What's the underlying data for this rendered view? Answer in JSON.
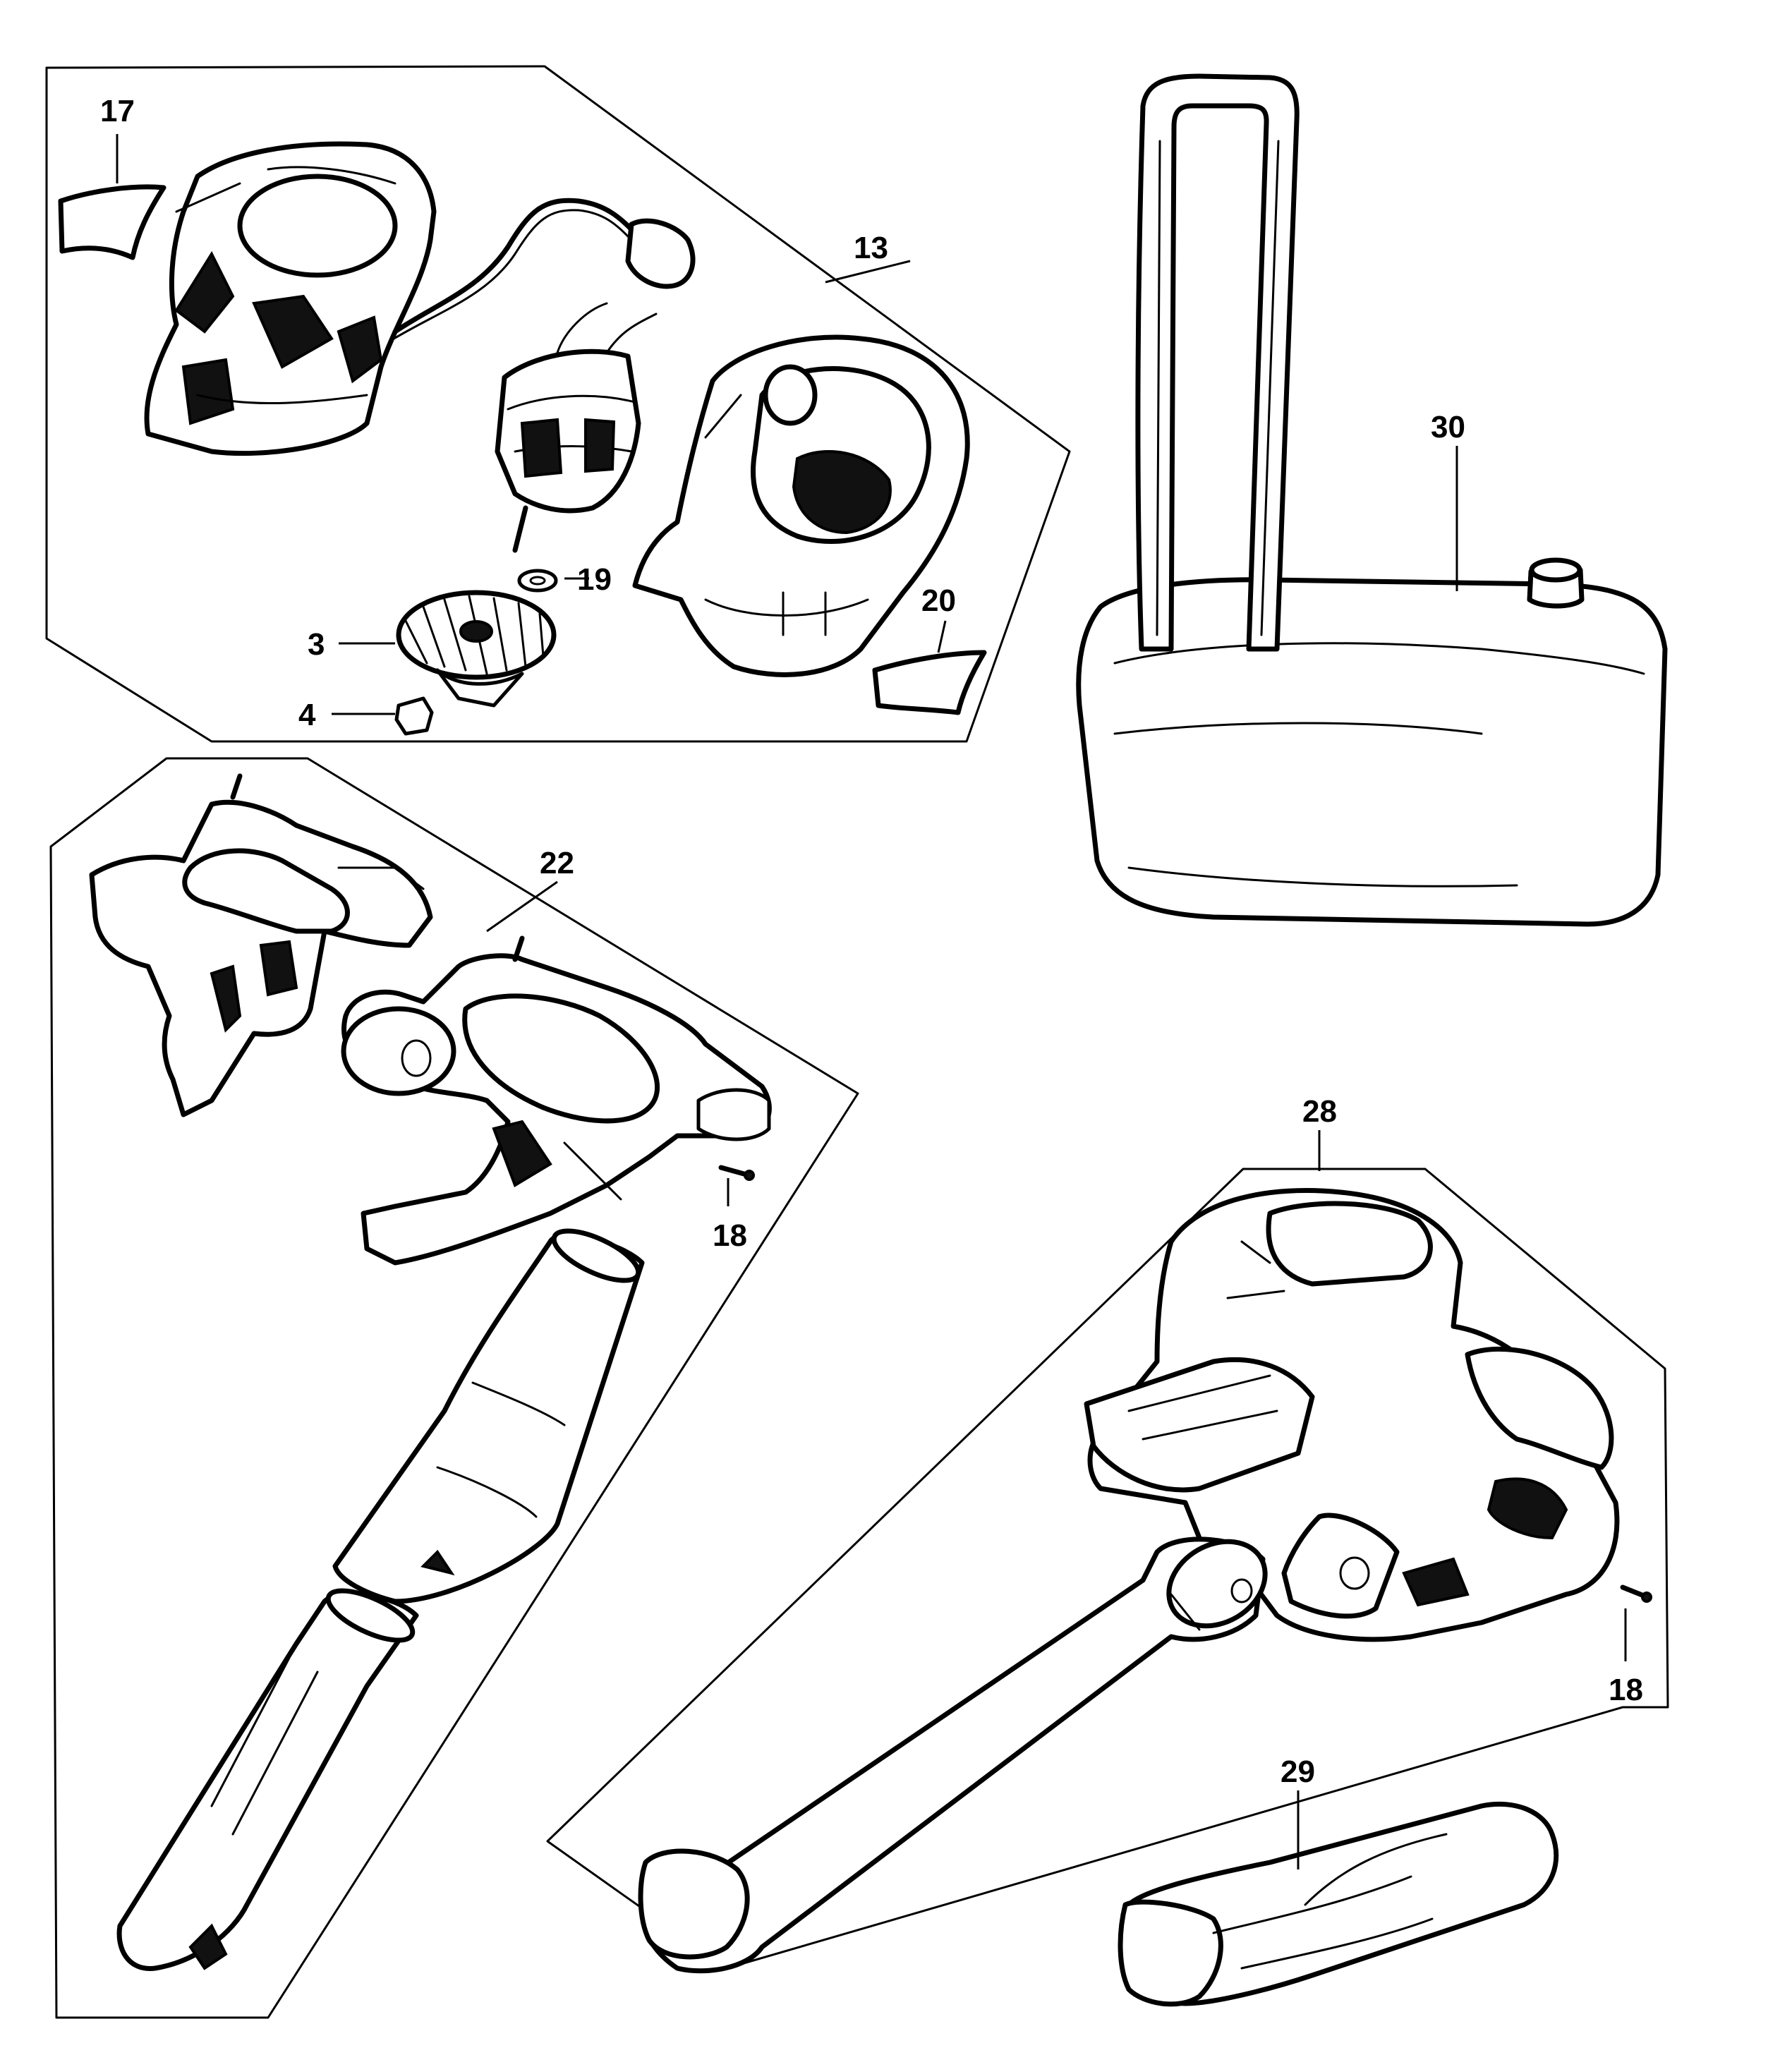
{
  "callouts": {
    "c17": "17",
    "c13": "13",
    "c19": "19",
    "c3": "3",
    "c4": "4",
    "c20": "20",
    "c30": "30",
    "c22": "22",
    "c18a": "18",
    "c28": "28",
    "c18b": "18",
    "c29": "29"
  }
}
